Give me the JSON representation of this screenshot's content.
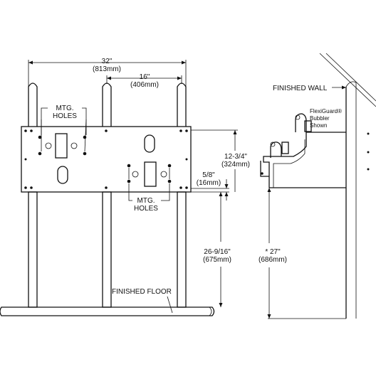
{
  "front_view": {
    "width_dim": {
      "imperial": "32\"",
      "metric": "(813mm)"
    },
    "spacing_dim": {
      "imperial": "16\"",
      "metric": "(406mm)"
    },
    "mounting_holes_upper": {
      "line1": "MTG.",
      "line2": "HOLES"
    },
    "mounting_holes_lower": {
      "line1": "MTG.",
      "line2": "HOLES"
    },
    "plate_height_dim": {
      "imperial": "12-3/4\"",
      "metric": "(324mm)"
    },
    "offset_dim": {
      "imperial": "5/8\"",
      "metric": "(16mm)"
    },
    "floor_height_dim": {
      "imperial": "26-9/16\"",
      "metric": "(675mm)"
    },
    "floor_label": "FINISHED FLOOR"
  },
  "side_view": {
    "wall_label": "FINISHED WALL",
    "bubbler_note": {
      "line1": "FlexiGuard®",
      "line2": "Bubbler",
      "line3": "Shown"
    },
    "rim_height_dim": {
      "imperial": "* 27\"",
      "metric": "(686mm)"
    }
  }
}
